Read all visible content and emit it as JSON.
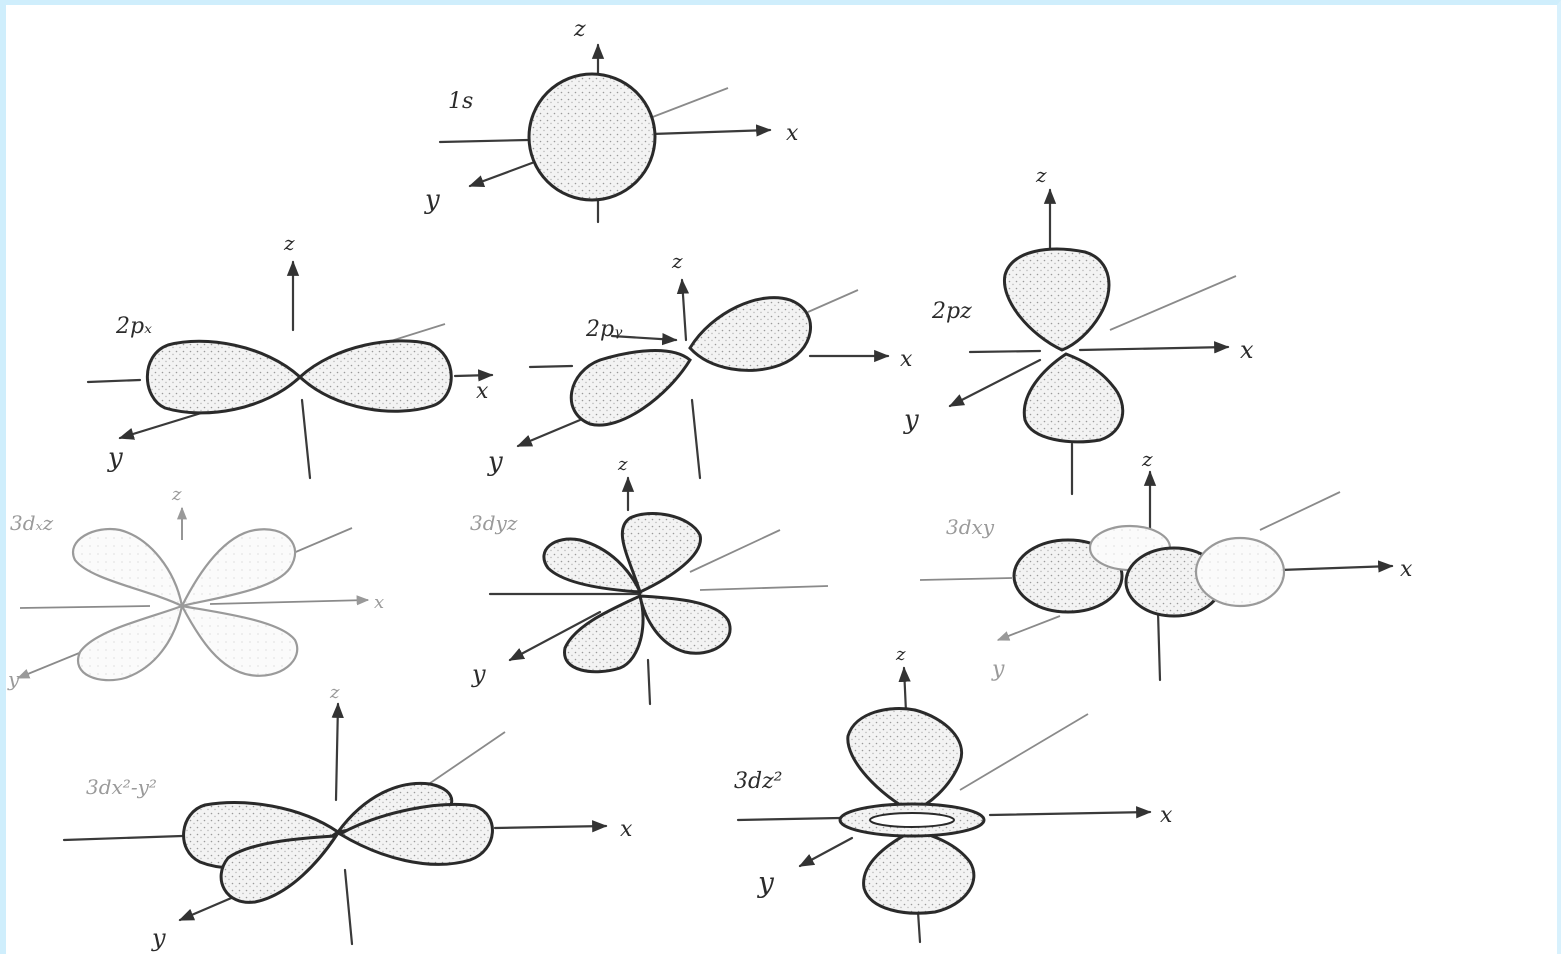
{
  "orbitals": {
    "s1": {
      "label": "1s",
      "ax_z": "z",
      "ax_x": "x",
      "ax_y": "y"
    },
    "px": {
      "label": "2pₓ",
      "ax_z": "z",
      "ax_x": "x",
      "ax_y": "y"
    },
    "py": {
      "label": "2pᵧ",
      "ax_z": "z",
      "ax_x": "x",
      "ax_y": "y"
    },
    "pz": {
      "label": "2pz",
      "ax_z": "z",
      "ax_x": "x",
      "ax_y": "y"
    },
    "dxz": {
      "label": "3dₓz",
      "ax_z": "z",
      "ax_x": "x",
      "ax_y": "y"
    },
    "dyz": {
      "label": "3dyz",
      "ax_z": "z",
      "ax_y": "y"
    },
    "dxy": {
      "label": "3dxy",
      "ax_z": "z",
      "ax_x": "x",
      "ax_y": "y"
    },
    "dx2y2": {
      "label": "3dx²-y²",
      "ax_z": "z",
      "ax_x": "x",
      "ax_y": "y"
    },
    "dz2": {
      "label": "3dz²",
      "ax_z": "z",
      "ax_x": "x",
      "ax_y": "y"
    }
  }
}
